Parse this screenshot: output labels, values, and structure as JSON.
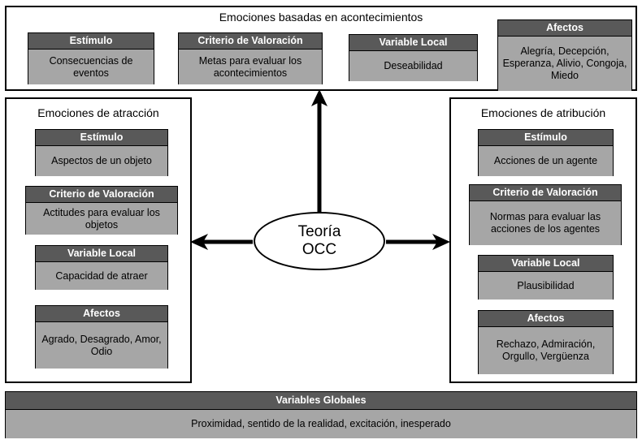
{
  "diagram": {
    "center_node": {
      "line1": "Teoría",
      "line2": "OCC"
    },
    "arrows": [
      {
        "name": "arrow-up-to-events",
        "direction": "up"
      },
      {
        "name": "arrow-left-to-attraction",
        "direction": "left"
      },
      {
        "name": "arrow-right-to-attribution",
        "direction": "right"
      }
    ]
  },
  "events_panel": {
    "title": "Emociones basadas en acontecimientos",
    "cards": [
      {
        "header": "Estímulo",
        "body": "Consecuencias de eventos"
      },
      {
        "header": "Criterio de Valoración",
        "body": "Metas para evaluar los acontecimientos"
      },
      {
        "header": "Variable Local",
        "body": "Deseabilidad"
      },
      {
        "header": "Afectos",
        "body": "Alegría, Decepción, Esperanza, Alivio, Congoja, Miedo"
      }
    ]
  },
  "attraction_panel": {
    "title": "Emociones de atracción",
    "cards": [
      {
        "header": "Estímulo",
        "body": "Aspectos de un objeto"
      },
      {
        "header": "Criterio de Valoración",
        "body": "Actitudes para evaluar los objetos"
      },
      {
        "header": "Variable Local",
        "body": "Capacidad de atraer"
      },
      {
        "header": "Afectos",
        "body": "Agrado, Desagrado, Amor, Odio"
      }
    ]
  },
  "attribution_panel": {
    "title": "Emociones de atribución",
    "cards": [
      {
        "header": "Estímulo",
        "body": "Acciones de un agente"
      },
      {
        "header": "Criterio de Valoración",
        "body": "Normas para evaluar las acciones de los agentes"
      },
      {
        "header": "Variable Local",
        "body": "Plausibilidad"
      },
      {
        "header": "Afectos",
        "body": "Rechazo, Admiración, Orgullo, Vergüenza"
      }
    ]
  },
  "global_variables": {
    "header": "Variables Globales",
    "body": "Proximidad, sentido de la realidad, excitación, inesperado"
  },
  "colors": {
    "header_dark": "#595959",
    "body_grey": "#a6a6a6",
    "border": "#000000",
    "background": "#ffffff",
    "header_text": "#ffffff",
    "body_text": "#000000"
  }
}
